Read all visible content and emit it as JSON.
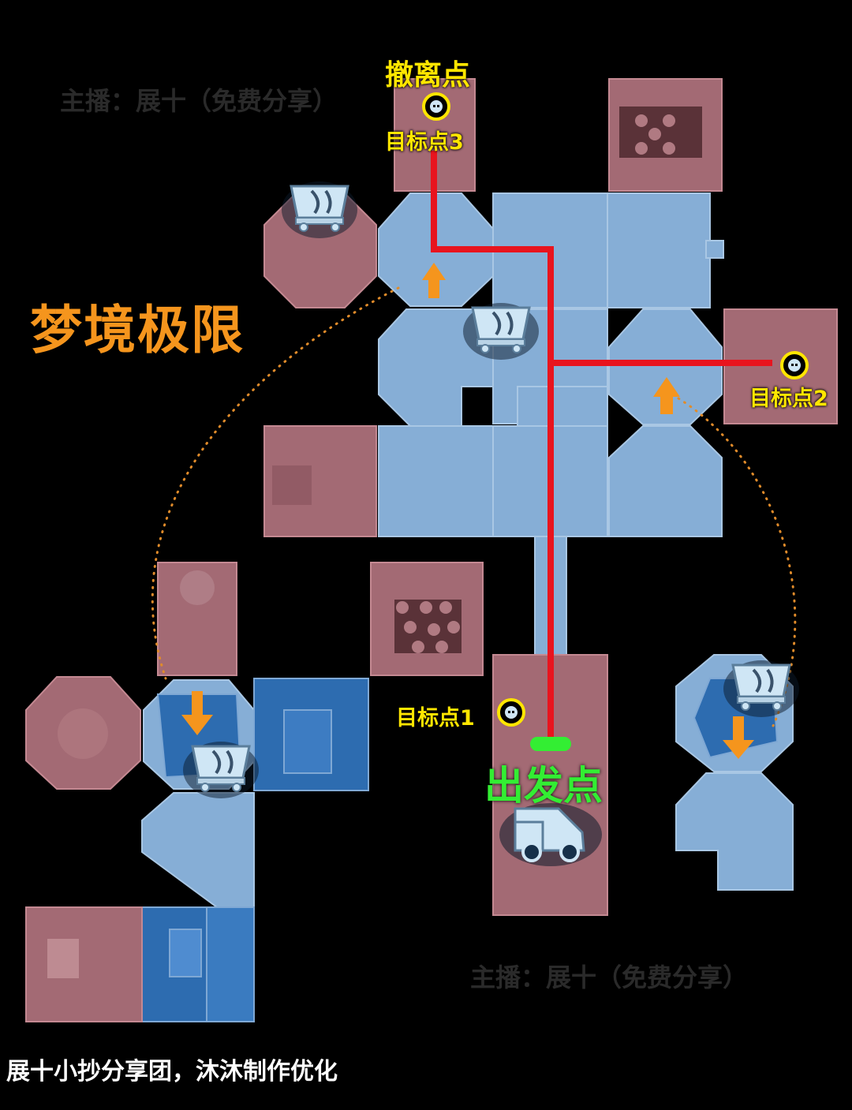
{
  "map": {
    "title": "梦境极限",
    "start_label": "出发点",
    "extract_label": "撤离点",
    "targets": [
      {
        "label": "目标点1"
      },
      {
        "label": "目标点2"
      },
      {
        "label": "目标点3"
      }
    ],
    "watermark": "主播：展十（免费分享）",
    "footer": "展十小抄分享团，沐沐制作优化"
  },
  "colors": {
    "background": "#000000",
    "room_blue": "#86aed6",
    "room_blue_dark": "#2d6cb0",
    "room_red": "#a36a74",
    "route": "#e8141e",
    "arrow": "#f5951d",
    "target": "#ffe600",
    "start": "#33ee33",
    "title": "#f5951d"
  },
  "icons": {
    "target": "skull-marker-icon",
    "cart": "minecart-icon",
    "truck": "truck-icon",
    "arrow": "orange-arrow-icon"
  }
}
